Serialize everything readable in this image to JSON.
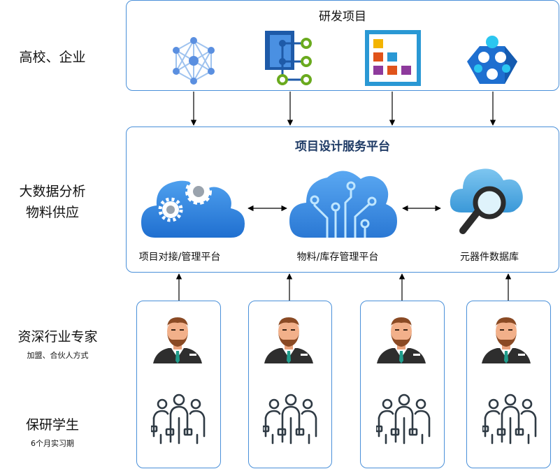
{
  "row_labels": {
    "universities": "高校、企业",
    "big_data": "大数据分析",
    "materials": "物料供应",
    "experts": "资深行业专家",
    "experts_sub": "加盟、合伙人方式",
    "students": "保研学生",
    "students_sub": "6个月实习期"
  },
  "research": {
    "title": "研发项目"
  },
  "platform": {
    "title": "项目设计服务平台",
    "items": [
      {
        "label": "项目对接/管理平台",
        "icon": "cloud-gears-icon"
      },
      {
        "label": "物料/库存管理平台",
        "icon": "cloud-circuit-icon"
      },
      {
        "label": "元器件数据库",
        "icon": "cloud-search-icon"
      }
    ]
  },
  "colors": {
    "border": "#4a90d9",
    "title": "#1f3b66",
    "cloud": "#2b7fd9"
  }
}
